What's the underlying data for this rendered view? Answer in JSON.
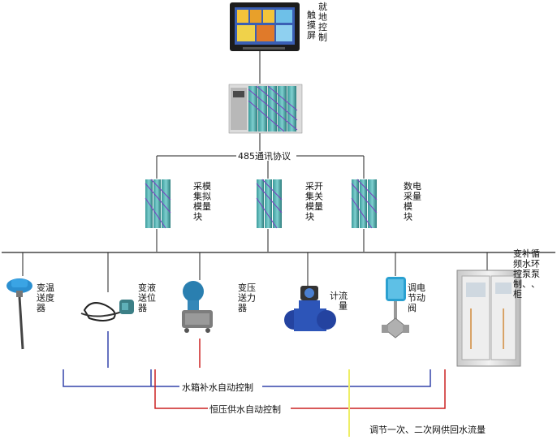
{
  "touchscreen": {
    "label": "触摸屏",
    "caption": "就地控制"
  },
  "protocol": {
    "label": "485通讯协议"
  },
  "modules": [
    {
      "lines": [
        "模拟量",
        "采集模块"
      ]
    },
    {
      "lines": [
        "开关量",
        "采集模块"
      ]
    },
    {
      "lines": [
        "电量",
        "数采模块"
      ]
    }
  ],
  "devices": [
    {
      "lines": [
        "温度",
        "变送器"
      ]
    },
    {
      "lines": [
        "液位",
        "变送器"
      ]
    },
    {
      "lines": [
        "压力",
        "变送器"
      ]
    },
    {
      "lines": [
        "流量",
        "计"
      ]
    },
    {
      "lines": [
        "电动",
        "调节阀"
      ]
    },
    {
      "lines": [
        "循环泵、",
        "补水泵、",
        "变频控制柜"
      ]
    }
  ],
  "control_loops": [
    {
      "label": "水箱补水自动控制",
      "color": "#3344aa"
    },
    {
      "label": "恒压供水自动控制",
      "color": "#cc2222"
    },
    {
      "label": "调节一次、二次网供回水流量",
      "color": "#eeee66"
    }
  ]
}
